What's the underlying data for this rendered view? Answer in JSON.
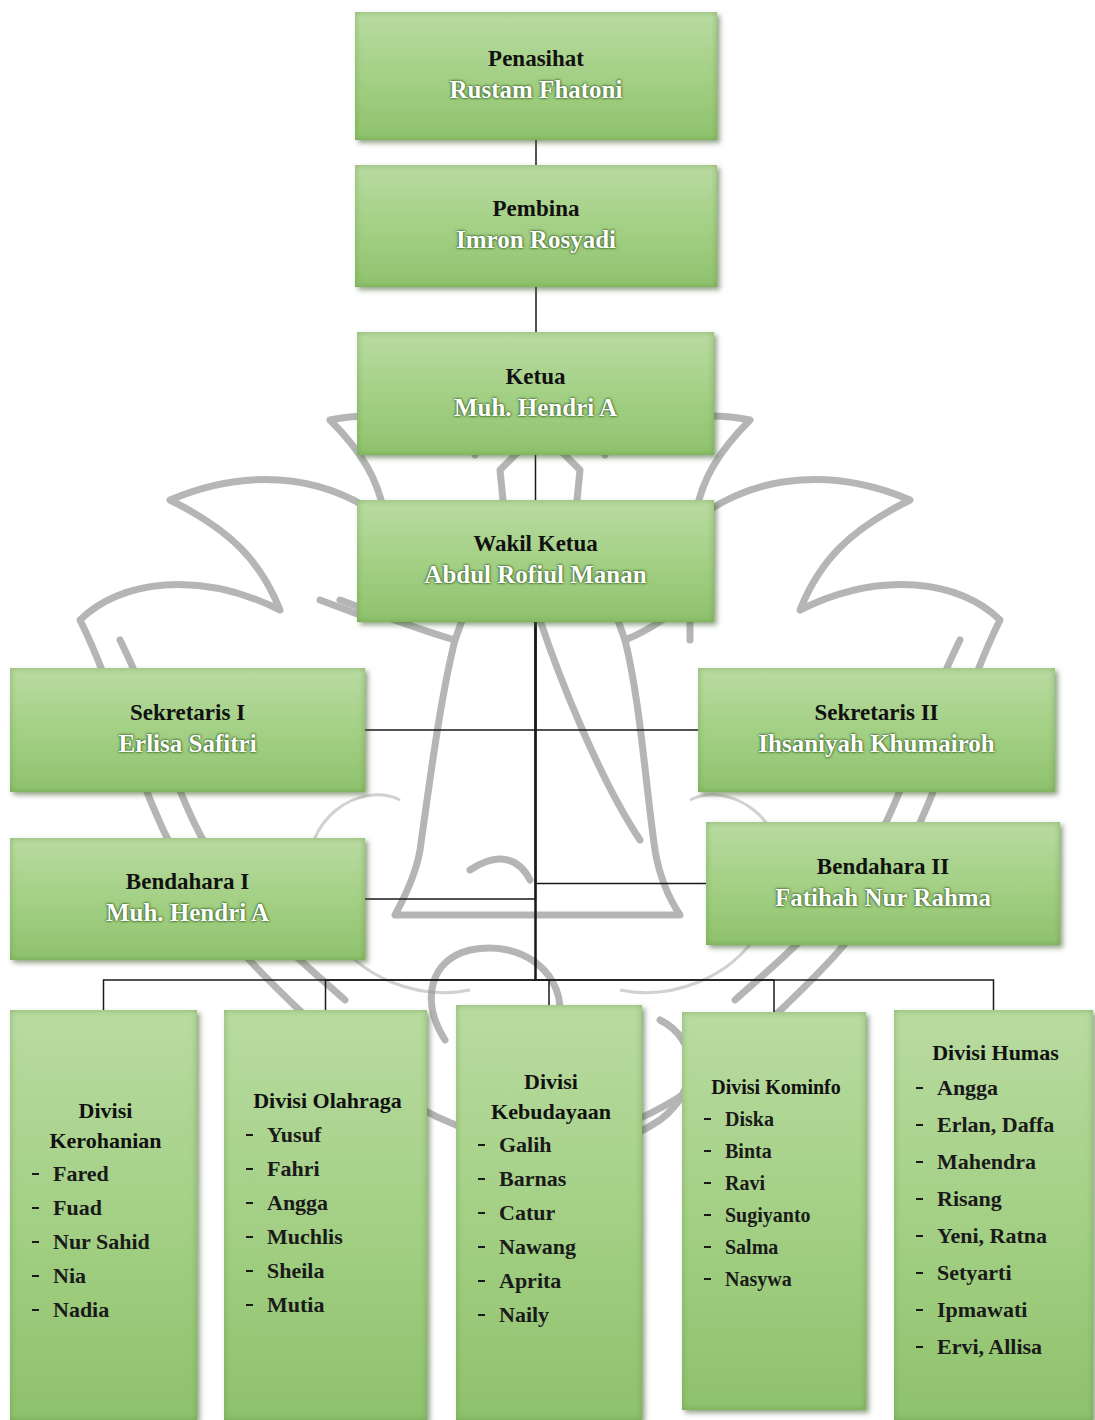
{
  "diagram": {
    "nodes": [
      {
        "text": [
          "Penasihat",
          "Rustam Fhatoni"
        ]
      },
      {
        "text": [
          "Pembina",
          "Imron Rosyadi"
        ]
      },
      {
        "text": [
          "Ketua",
          "Muh. Hendri A"
        ]
      },
      {
        "text": [
          "Wakil Ketua",
          "Abdul Rofiul Manan"
        ]
      },
      {
        "text": [
          "Sekretaris I",
          "Erlisa Safitri"
        ]
      },
      {
        "text": [
          "Sekretaris II",
          "Ihsaniyah Khumairoh"
        ]
      },
      {
        "text": [
          "Bendahara I",
          "Muh. Hendri A"
        ]
      },
      {
        "text": [
          "Bendahara II",
          "Fatihah Nur Rahma"
        ]
      },
      {
        "text": [
          "Divisi Kerohanian",
          "Fared",
          "Fuad",
          "Nur Sahid",
          "Nia",
          "Nadia"
        ]
      },
      {
        "text": [
          "Divisi Olahraga",
          "Yusuf",
          "Fahri",
          "Angga",
          "Muchlis",
          "Sheila",
          "Mutia"
        ]
      },
      {
        "text": [
          "Divisi Kebudayaan",
          "Galih",
          "Barnas",
          "Catur",
          "Nawang",
          "Aprita",
          "Naily"
        ]
      },
      {
        "text": [
          "Divisi Kominfo",
          "Diska",
          "Binta",
          "Ravi",
          "Sugiyanto",
          "Salma",
          "Nasywa"
        ]
      },
      {
        "text": [
          "Divisi Humas",
          "Angga",
          "Erlan, Daffa",
          "Mahendra",
          "Risang",
          "Yeni, Ratna",
          "Setyarti",
          "Ipmawati",
          "Ervi, Allisa"
        ]
      }
    ],
    "edges": [
      {
        "from": 0,
        "to": 1,
        "arrow": "none"
      },
      {
        "from": 1,
        "to": 2,
        "arrow": "none"
      },
      {
        "from": 2,
        "to": 3,
        "arrow": "none"
      },
      {
        "from": 3,
        "to": 4,
        "arrow": "none"
      },
      {
        "from": 3,
        "to": 5,
        "arrow": "none"
      },
      {
        "from": 3,
        "to": 6,
        "arrow": "none"
      },
      {
        "from": 3,
        "to": 7,
        "arrow": "none"
      },
      {
        "from": 3,
        "to": 8,
        "arrow": "none"
      },
      {
        "from": 3,
        "to": 9,
        "arrow": "none"
      },
      {
        "from": 3,
        "to": 10,
        "arrow": "none"
      },
      {
        "from": 3,
        "to": 11,
        "arrow": "none"
      },
      {
        "from": 3,
        "to": 12,
        "arrow": "none"
      }
    ]
  }
}
